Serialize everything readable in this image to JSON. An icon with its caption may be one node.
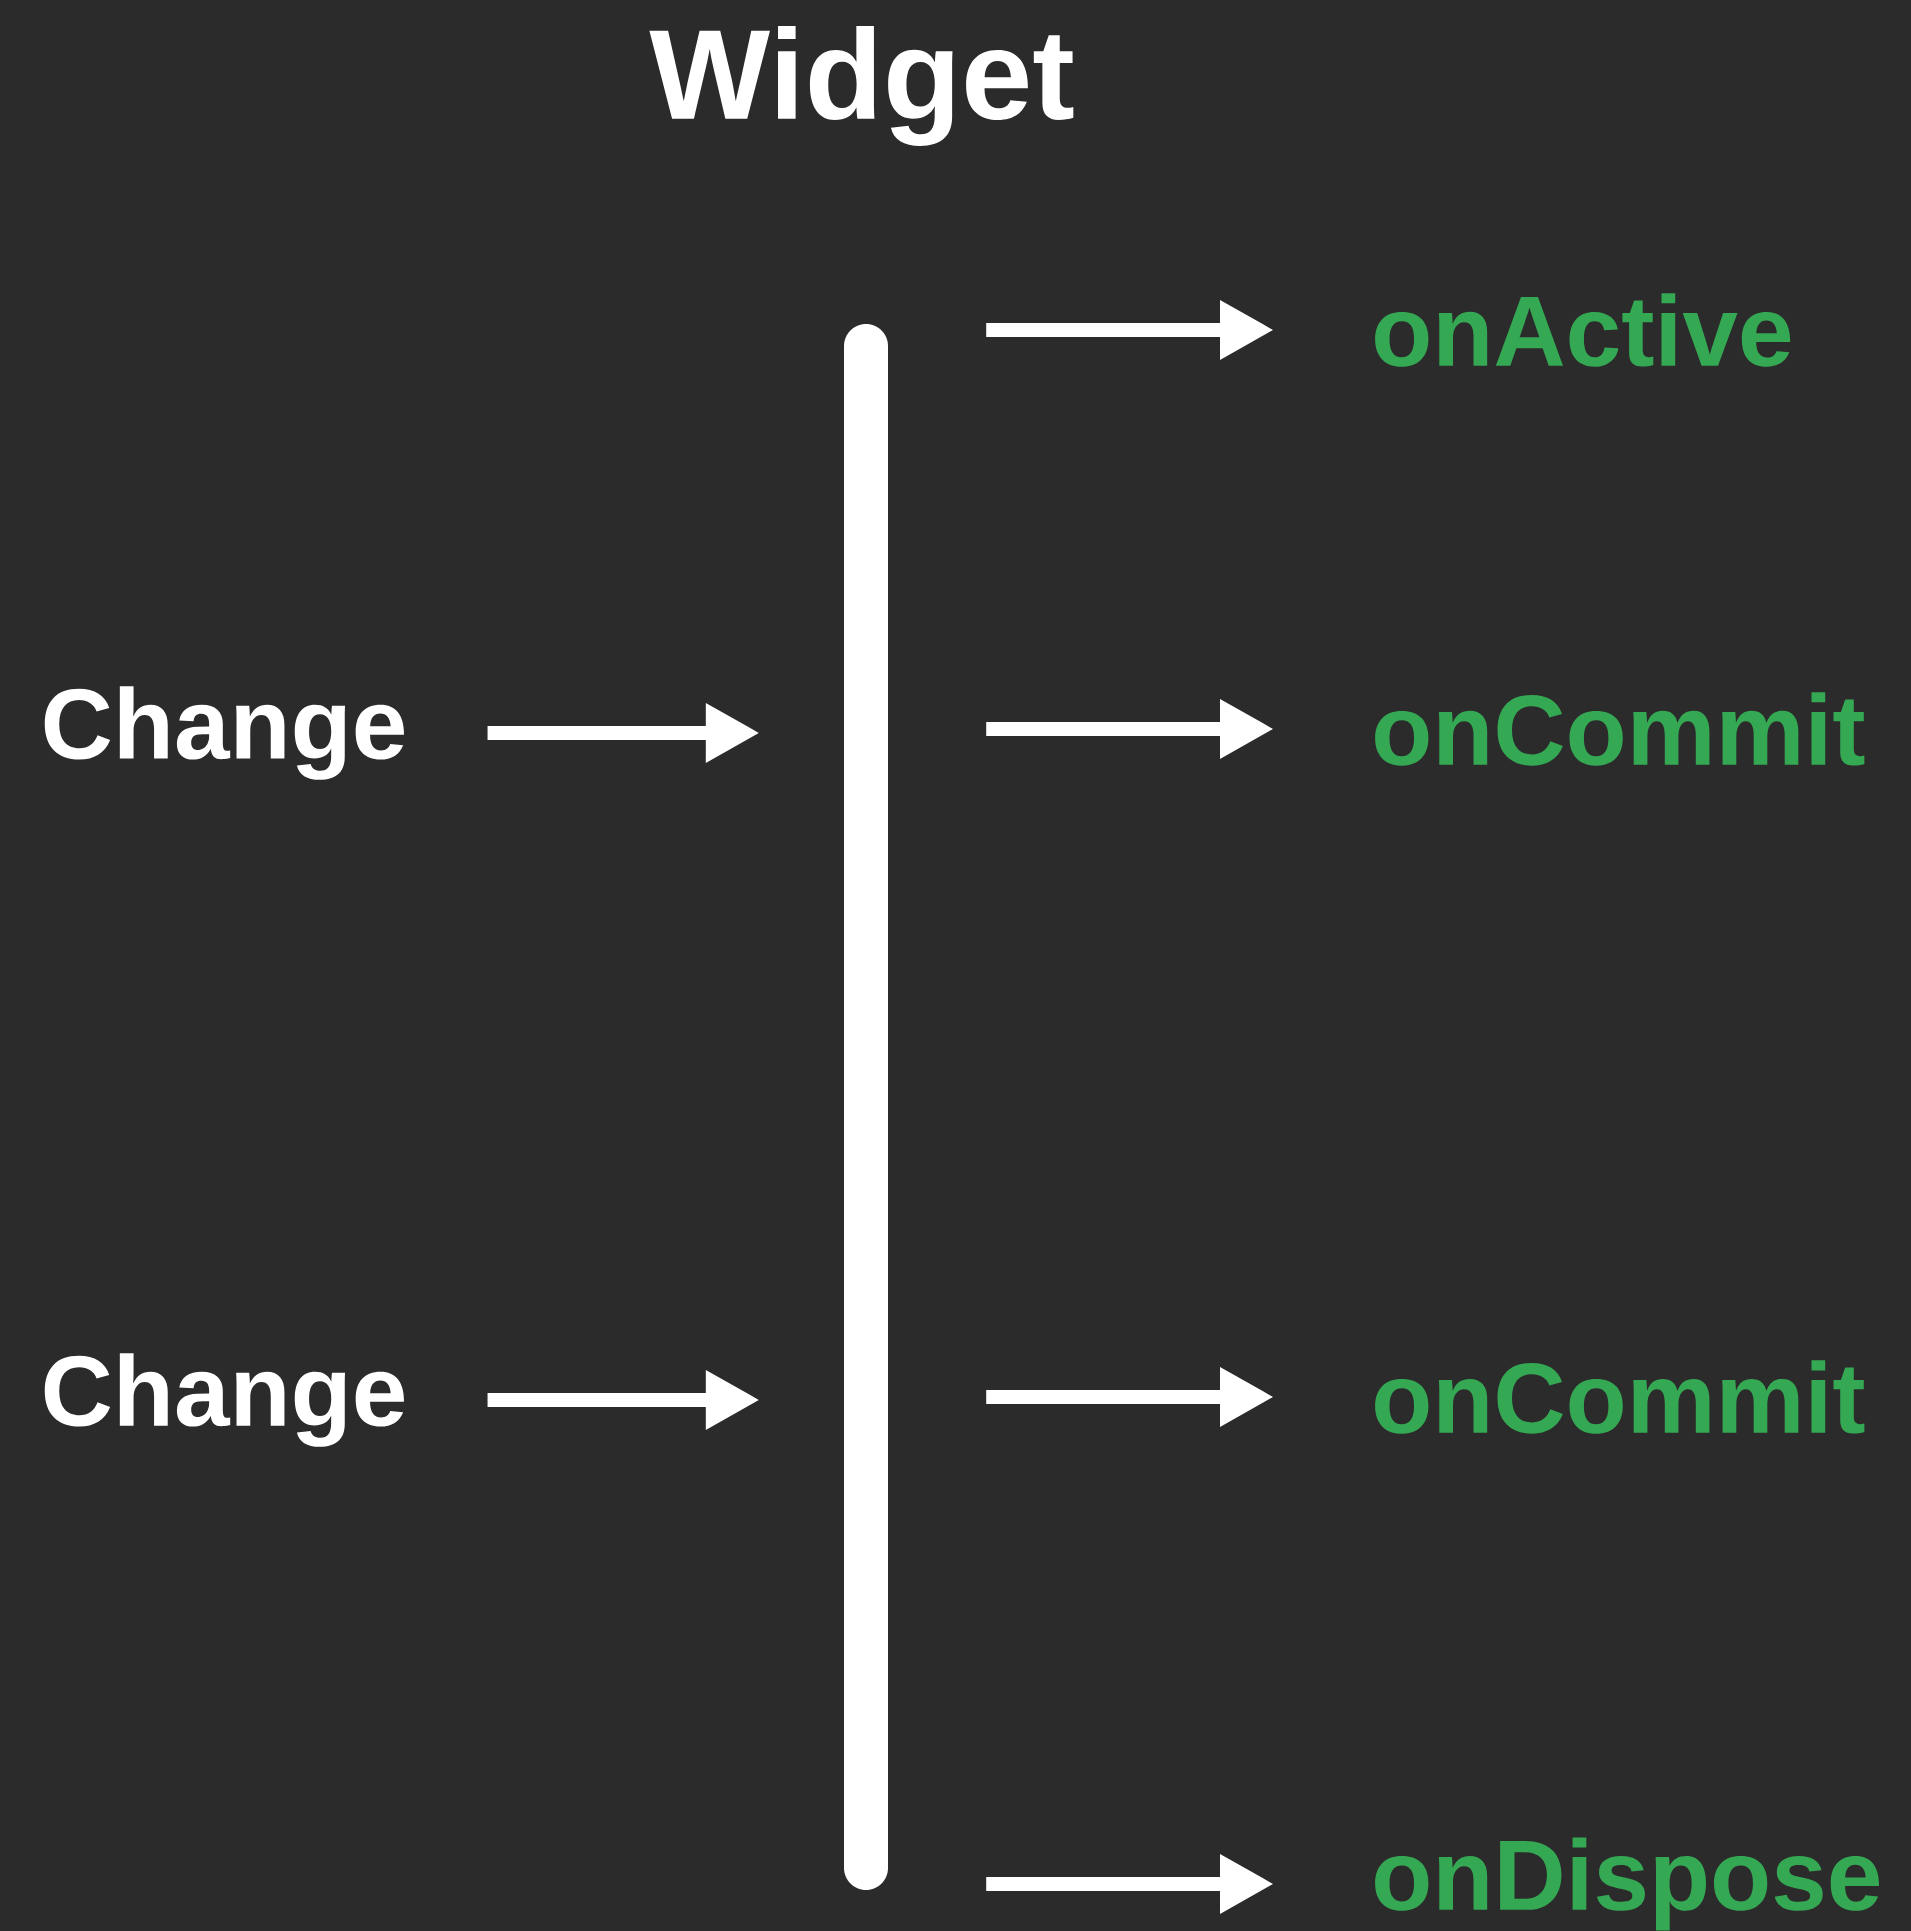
{
  "diagram": {
    "title": "Widget",
    "nodes": [
      {
        "text": [],
        "shape": "bar"
      },
      {
        "text": [
          "onActive"
        ]
      },
      {
        "text": [
          "Change"
        ]
      },
      {
        "text": [
          "onCommit"
        ]
      },
      {
        "text": [
          "Change"
        ]
      },
      {
        "text": [
          "onCommit"
        ]
      },
      {
        "text": [
          "onDispose"
        ]
      }
    ],
    "edges": [
      {
        "from": 0,
        "to": 1,
        "arrow": "to"
      },
      {
        "from": 2,
        "to": 0,
        "arrow": "to"
      },
      {
        "from": 0,
        "to": 3,
        "arrow": "to"
      },
      {
        "from": 4,
        "to": 0,
        "arrow": "to"
      },
      {
        "from": 0,
        "to": 5,
        "arrow": "to"
      },
      {
        "from": 0,
        "to": 6,
        "arrow": "to"
      }
    ]
  }
}
